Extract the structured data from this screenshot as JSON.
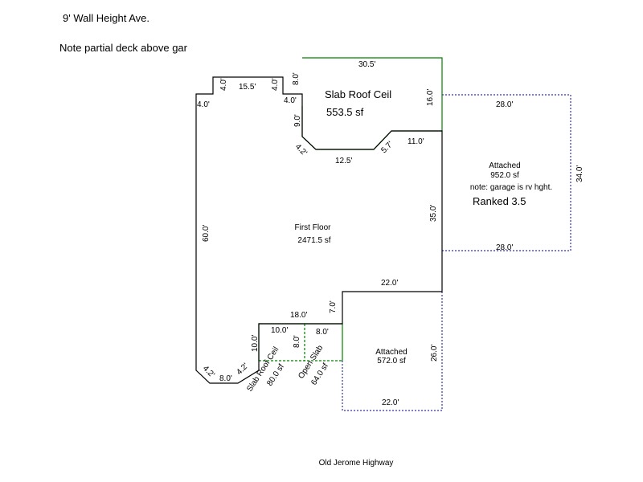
{
  "notes": {
    "wall_height": "9' Wall Height Ave.",
    "deck": "Note partial deck above gar",
    "road": "Old Jerome Highway"
  },
  "colors": {
    "first_floor": "#000000",
    "slab": "#008000",
    "garage": "#3333aa"
  },
  "areas": {
    "slab_roof_top": {
      "label": "Slab Roof Ceil",
      "area": "553.5 sf"
    },
    "first_floor": {
      "label": "First Floor",
      "area": "2471.5 sf"
    },
    "garage_east": {
      "label": "Attached",
      "area": "952.0 sf",
      "note": "note: garage is rv hght.",
      "rank": "Ranked 3.5"
    },
    "garage_south": {
      "label": "Attached",
      "area": "572.0 sf"
    },
    "slab_roof_small": {
      "label": "Slab Roof Ceil",
      "area": "80.0 sf"
    },
    "open_slab": {
      "label": "Open Slab",
      "area": "64.0 sf"
    }
  },
  "dims": {
    "top_30_5": "30.5'",
    "top_15_5": "15.5'",
    "left_4a": "4.0'",
    "right_4a": "4.0'",
    "v8": "8.0'",
    "h4": "4.0'",
    "left_4b": "4.0'",
    "v9": "9.0'",
    "diag_4_2a": "4.2'",
    "h12_5": "12.5'",
    "diag_5_7": "5.7'",
    "h11": "11.0'",
    "v16": "16.0'",
    "g_28_top": "28.0'",
    "g_34": "34.0'",
    "g_28_bot": "28.0'",
    "v35": "35.0'",
    "v60": "60.0'",
    "h22a": "22.0'",
    "v7": "7.0'",
    "h18": "18.0'",
    "h10": "10.0'",
    "h8a": "8.0'",
    "v10": "10.0'",
    "v8b": "8.0'",
    "diag_4_2b": "4.2'",
    "diag_4_2c": "4.2'",
    "h8b": "8.0'",
    "v26": "26.0'",
    "h22b": "22.0'"
  }
}
